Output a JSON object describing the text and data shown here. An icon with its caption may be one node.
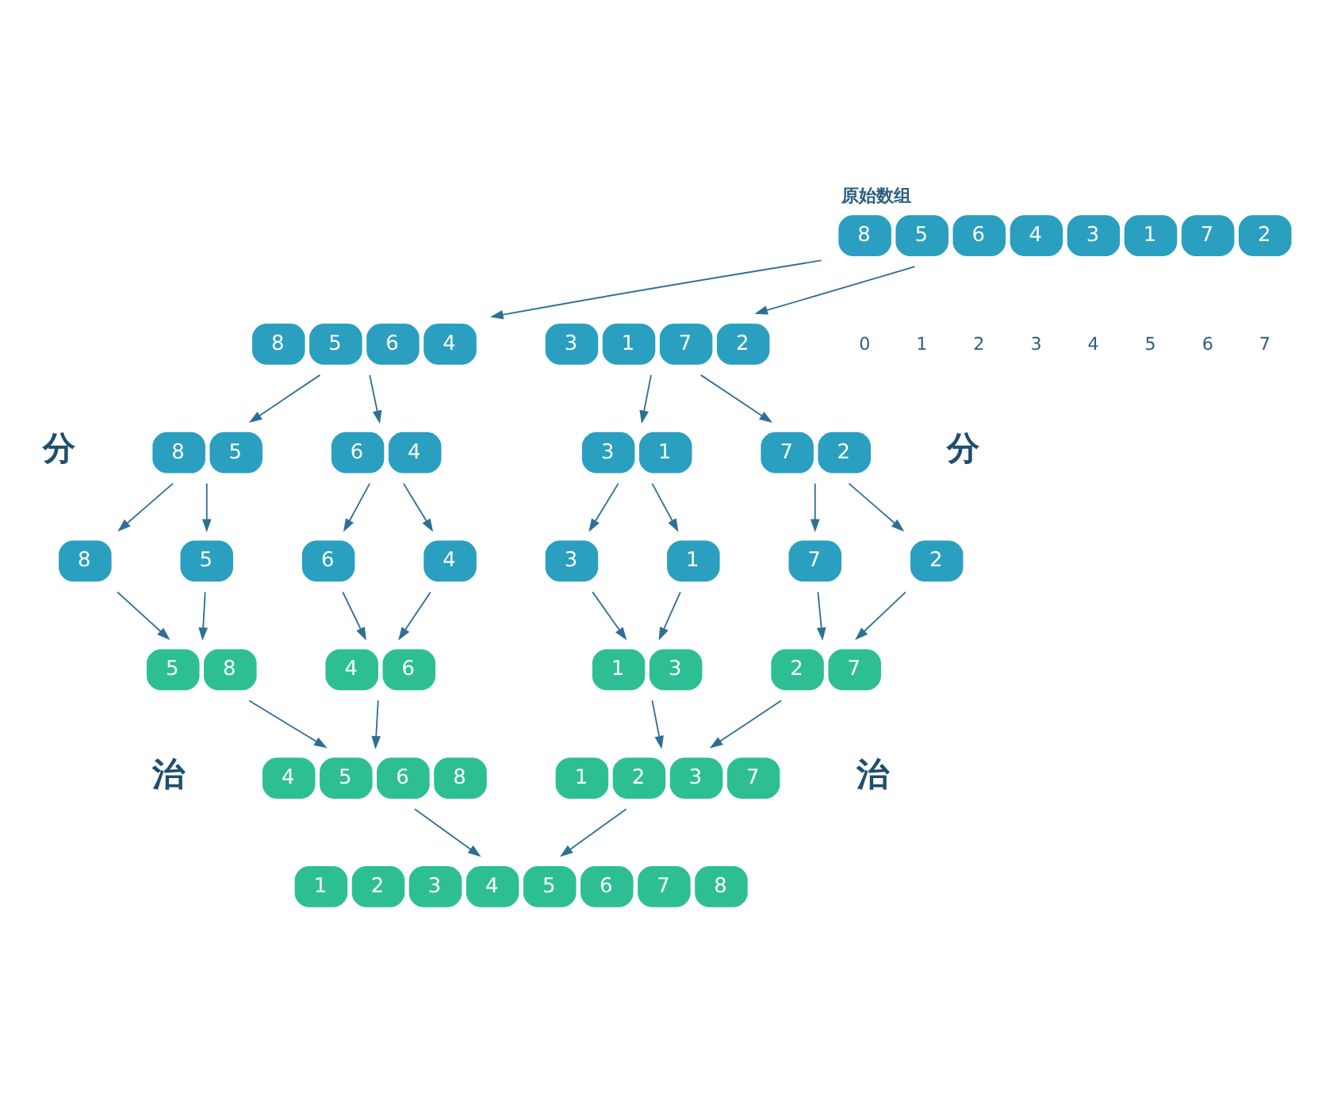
{
  "diagram": {
    "nodes": [
      {
        "text": [
          "8",
          "5",
          "6",
          "4",
          "3",
          "1",
          "7",
          "2"
        ],
        "beside": [
          "原始数组"
        ]
      },
      {
        "text": [
          "8",
          "5",
          "6",
          "4"
        ]
      },
      {
        "text": [
          "3",
          "1",
          "7",
          "2"
        ]
      },
      {
        "text": [
          "8",
          "5"
        ]
      },
      {
        "text": [
          "6",
          "4"
        ]
      },
      {
        "text": [
          "3",
          "1"
        ]
      },
      {
        "text": [
          "7",
          "2"
        ]
      },
      {
        "text": [
          "8"
        ]
      },
      {
        "text": [
          "5"
        ]
      },
      {
        "text": [
          "6"
        ]
      },
      {
        "text": [
          "4"
        ]
      },
      {
        "text": [
          "3"
        ]
      },
      {
        "text": [
          "1"
        ]
      },
      {
        "text": [
          "7"
        ]
      },
      {
        "text": [
          "2"
        ]
      },
      {
        "text": [
          "5",
          "8"
        ]
      },
      {
        "text": [
          "4",
          "6"
        ]
      },
      {
        "text": [
          "1",
          "3"
        ]
      },
      {
        "text": [
          "2",
          "7"
        ]
      },
      {
        "text": [
          "4",
          "5",
          "6",
          "8"
        ]
      },
      {
        "text": [
          "1",
          "2",
          "3",
          "7"
        ]
      },
      {
        "text": [
          "1",
          "2",
          "3",
          "4",
          "5",
          "6",
          "7",
          "8"
        ]
      }
    ],
    "edges": [
      {
        "from": 0,
        "to": 1,
        "arrow": "to"
      },
      {
        "from": 0,
        "to": 2,
        "arrow": "to"
      },
      {
        "from": 1,
        "to": 3,
        "arrow": "to"
      },
      {
        "from": 1,
        "to": 4,
        "arrow": "to"
      },
      {
        "from": 2,
        "to": 5,
        "arrow": "to"
      },
      {
        "from": 2,
        "to": 6,
        "arrow": "to"
      },
      {
        "from": 3,
        "to": 7,
        "arrow": "to"
      },
      {
        "from": 3,
        "to": 8,
        "arrow": "to"
      },
      {
        "from": 4,
        "to": 9,
        "arrow": "to"
      },
      {
        "from": 4,
        "to": 10,
        "arrow": "to"
      },
      {
        "from": 5,
        "to": 11,
        "arrow": "to"
      },
      {
        "from": 5,
        "to": 12,
        "arrow": "to"
      },
      {
        "from": 6,
        "to": 13,
        "arrow": "to"
      },
      {
        "from": 6,
        "to": 14,
        "arrow": "to"
      },
      {
        "from": 7,
        "to": 15,
        "arrow": "to"
      },
      {
        "from": 8,
        "to": 15,
        "arrow": "to"
      },
      {
        "from": 9,
        "to": 16,
        "arrow": "to"
      },
      {
        "from": 10,
        "to": 16,
        "arrow": "to"
      },
      {
        "from": 11,
        "to": 17,
        "arrow": "to"
      },
      {
        "from": 12,
        "to": 17,
        "arrow": "to"
      },
      {
        "from": 13,
        "to": 18,
        "arrow": "to"
      },
      {
        "from": 14,
        "to": 18,
        "arrow": "to"
      },
      {
        "from": 15,
        "to": 19,
        "arrow": "to"
      },
      {
        "from": 16,
        "to": 19,
        "arrow": "to"
      },
      {
        "from": 17,
        "to": 20,
        "arrow": "to"
      },
      {
        "from": 18,
        "to": 20,
        "arrow": "to"
      },
      {
        "from": 19,
        "to": 21,
        "arrow": "to"
      },
      {
        "from": 20,
        "to": 21,
        "arrow": "to"
      }
    ],
    "labels": [
      "0",
      "1",
      "2",
      "3",
      "4",
      "5",
      "6",
      "7",
      "分",
      "分",
      "治",
      "治"
    ]
  }
}
